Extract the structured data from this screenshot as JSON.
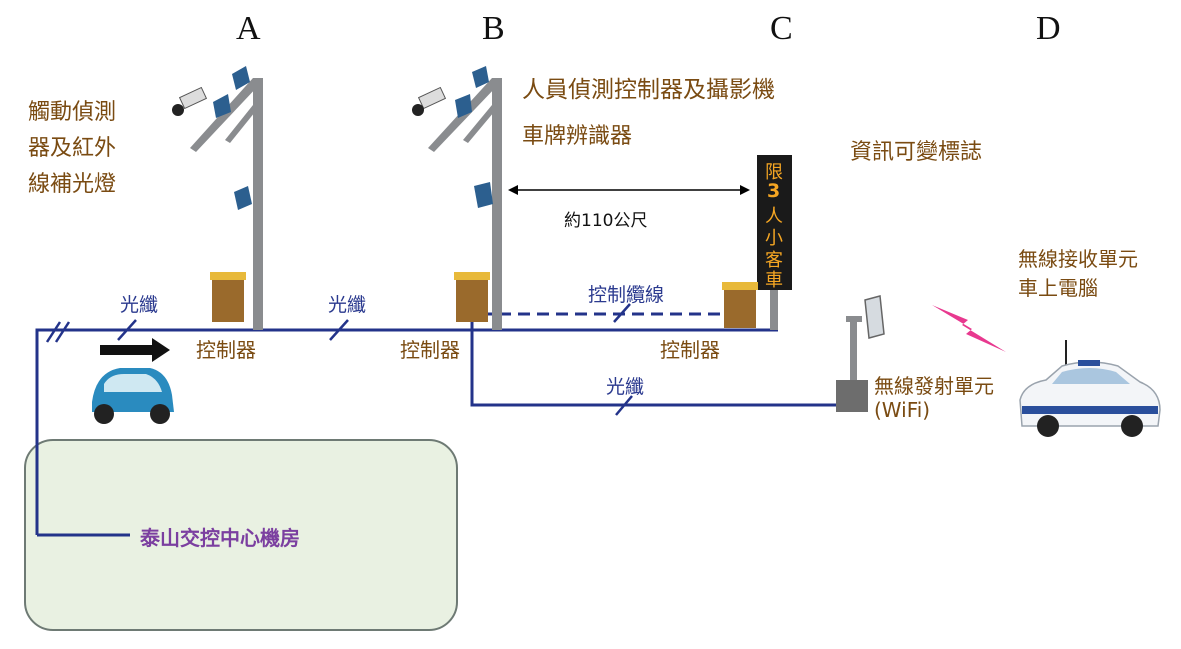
{
  "column_labels": [
    "A",
    "B",
    "C",
    "D"
  ],
  "labels": {
    "touch_detector_line1": "觸動偵測",
    "touch_detector_line2": "器及紅外",
    "touch_detector_line3": "線補光燈",
    "person_detection_controller_camera": "人員偵測控制器及攝影機",
    "plate_recognizer": "車牌辨識器",
    "variable_message_sign": "資訊可變標誌",
    "distance": "約110公尺",
    "fiber_1": "光纖",
    "fiber_2": "光纖",
    "fiber_3": "光纖",
    "control_cable": "控制纜線",
    "controller_a": "控制器",
    "controller_b": "控制器",
    "controller_c": "控制器",
    "wireless_tx_line1": "無線發射單元",
    "wireless_tx_line2": "(WiFi)",
    "wireless_rx_line1": "無線接收單元",
    "wireless_rx_line2": "車上電腦",
    "control_center": "泰山交控中心機房"
  },
  "sign_text": {
    "line1": "限",
    "line2": "3",
    "line3": "人",
    "line4": "小",
    "line5": "客",
    "line6": "車"
  },
  "colors": {
    "line_blue": "#23338a",
    "pole_gray": "#8a8c8f",
    "controller_box": "#9a6a2c",
    "controller_cap": "#e8b93a",
    "sign_bg": "#1a1a1a",
    "sign_text": "#f5a623",
    "center_fill": "#e9f1e2",
    "center_border": "#6e7a74",
    "wireless_bolt": "#e8398f"
  },
  "icons": [
    "camera-icon",
    "sensor-icon",
    "car-icon",
    "police-car-icon",
    "arrow-icon",
    "wireless-signal-icon",
    "antenna-icon"
  ]
}
